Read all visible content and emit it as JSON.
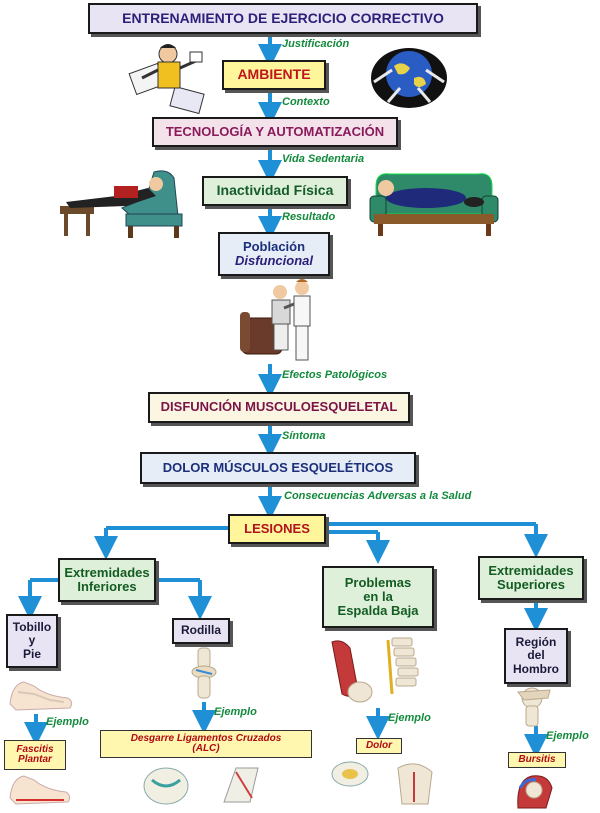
{
  "title": "ENTRENAMIENTO DE EJERCICIO CORRECTIVO",
  "flow": {
    "l_justificacion": "Justificación",
    "ambiente": "AMBIENTE",
    "l_contexto": "Contexto",
    "tecnologia": "TECNOLOGÍA Y AUTOMATIZACIÓN",
    "l_vida": "Vida Sedentaria",
    "inactividad": "Inactividad Física",
    "l_resultado": "Resultado",
    "poblacion_1": "Población",
    "poblacion_2": "Disfuncional",
    "l_efectos": "Efectos Patológicos",
    "disfuncion": "DISFUNCIÓN MUSCULOESQUELETAL",
    "l_sintoma": "Síntoma",
    "dolor": "DOLOR MÚSCULOS ESQUELÉTICOS",
    "l_consecuencias": "Consecuencias Adversas a la Salud",
    "lesiones": "LESIONES"
  },
  "branches": {
    "ext_inf_1": "Extremidades",
    "ext_inf_2": "Inferiores",
    "espalda_1": "Problemas",
    "espalda_2": "en la",
    "espalda_3": "Espalda Baja",
    "ext_sup_1": "Extremidades",
    "ext_sup_2": "Superiores",
    "tobillo_1": "Tobillo",
    "tobillo_2": "y",
    "tobillo_3": "Pie",
    "rodilla": "Rodilla",
    "hombro_1": "Región",
    "hombro_2": "del",
    "hombro_3": "Hombro",
    "ejemplo": "Ejemplo",
    "ex_fascitis_1": "Fascitis",
    "ex_fascitis_2": "Plantar",
    "ex_alc_1": "Desgarre Ligamentos Cruzados",
    "ex_alc_2": "(ALC)",
    "ex_dolor": "Dolor",
    "ex_bursitis": "Bursitis"
  },
  "colors": {
    "arrow": "#1f8fd6",
    "label": "#138a3c",
    "title_text": "#2b1f7a",
    "lesion_text": "#b0141e"
  },
  "icons": [
    "office-worker-icon",
    "globe-icon",
    "armchair-person-icon",
    "couch-person-icon",
    "caregiver-icon",
    "foot-icon",
    "knee-icon",
    "spine-icon",
    "shoulder-icon"
  ]
}
